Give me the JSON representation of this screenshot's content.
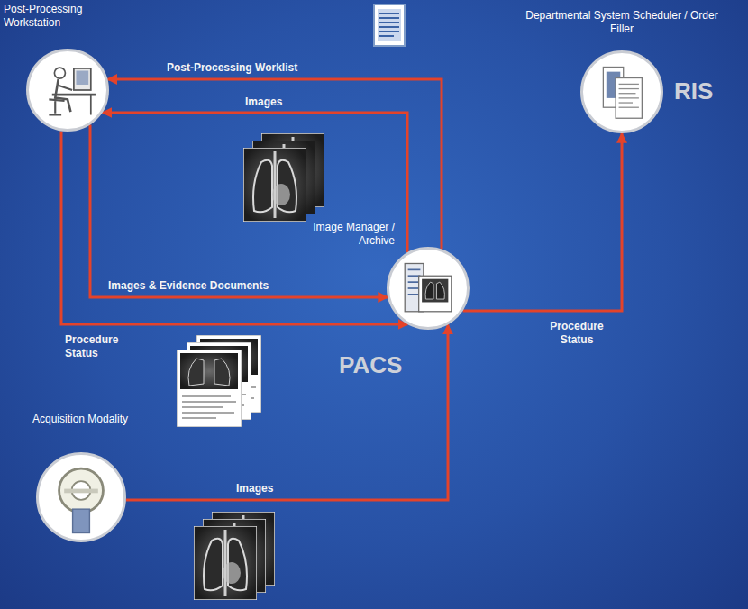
{
  "diagram": {
    "nodes": [
      {
        "text": [
          "Post-Processing Workstation"
        ]
      },
      {
        "text": [
          "Departmental System Scheduler / Order Filler",
          "RIS"
        ]
      },
      {
        "text": [
          "Image Manager / Archive",
          "PACS"
        ]
      },
      {
        "text": [
          "Acquisition Modality"
        ]
      }
    ],
    "edges": [
      {
        "from": 2,
        "to": 0,
        "arrow": "to",
        "label": "Post-Processing Worklist"
      },
      {
        "from": 2,
        "to": 0,
        "arrow": "to",
        "label": "Images"
      },
      {
        "from": 0,
        "to": 2,
        "arrow": "to",
        "label": "Images & Evidence Documents"
      },
      {
        "from": 0,
        "to": 2,
        "arrow": "to",
        "label": "Procedure Status"
      },
      {
        "from": 2,
        "to": 1,
        "arrow": "to",
        "label": "Procedure Status"
      },
      {
        "from": 3,
        "to": 2,
        "arrow": "to",
        "label": "Images"
      }
    ]
  }
}
